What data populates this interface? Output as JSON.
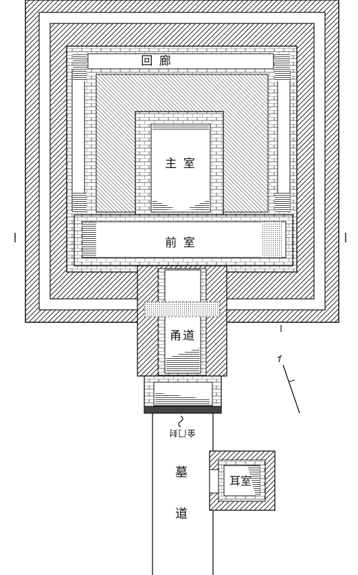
{
  "labels": {
    "corridor": "回 廊",
    "main_chamber": "主 室",
    "front_chamber": "前 室",
    "passage": "甬道",
    "tomb_path_1": "墓",
    "tomb_path_2": "道",
    "side_chamber": "耳室",
    "seal": "金门封"
  },
  "colors": {
    "ink": "#111111",
    "paper": "#ffffff"
  }
}
